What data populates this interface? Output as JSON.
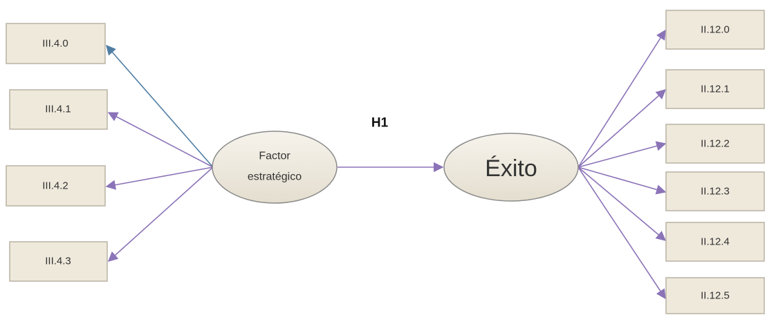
{
  "hypothesis_label": "H1",
  "factor": {
    "line1": "Factor",
    "line2": "estratégico"
  },
  "outcome": {
    "label": "Éxito"
  },
  "left_indicators": [
    "III.4.0",
    "III.4.1",
    "III.4.2",
    "III.4.3"
  ],
  "right_indicators": [
    "II.12.0",
    "II.12.1",
    "II.12.2",
    "II.12.3",
    "II.12.4",
    "II.12.5"
  ],
  "colors": {
    "edge_purple": "#8b73b8",
    "edge_blue": "#4f7ea4",
    "box_fill": "#efe9dc",
    "box_stroke": "#b8b2a4"
  }
}
